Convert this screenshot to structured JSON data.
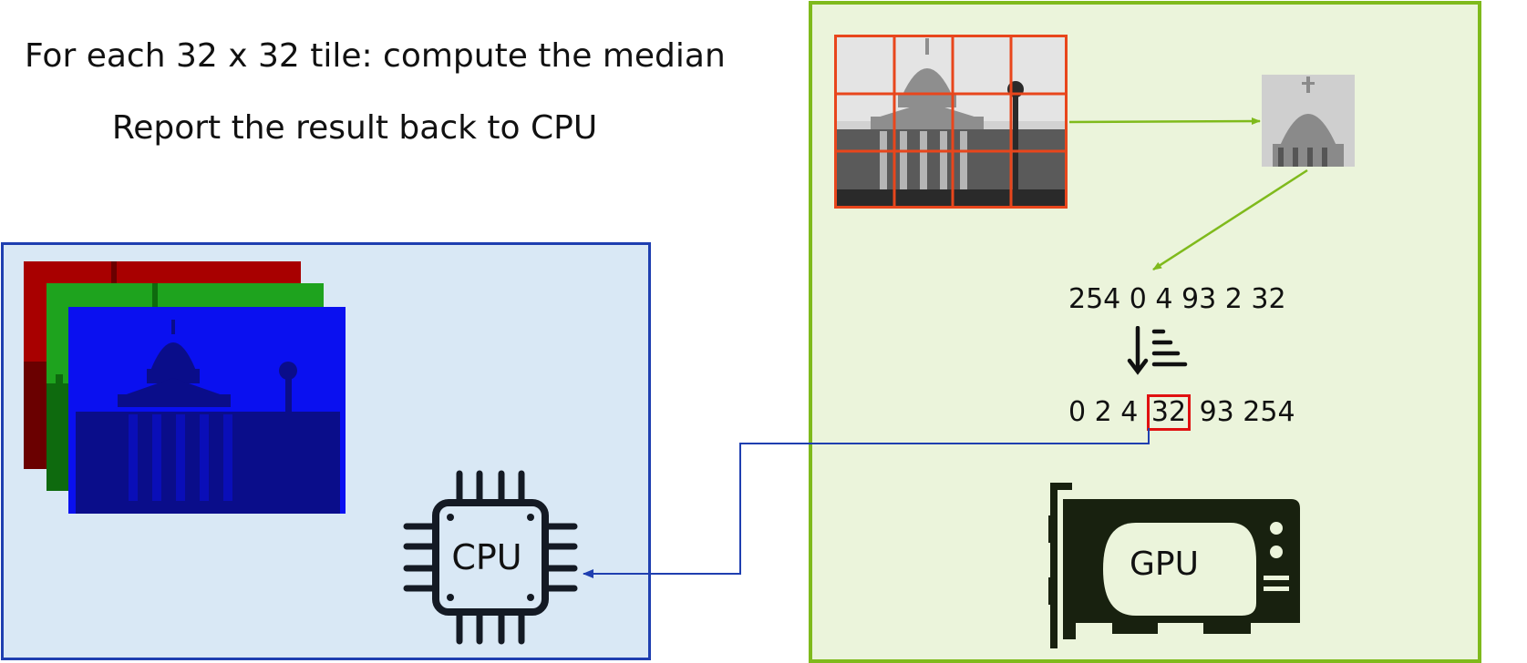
{
  "title": {
    "line1": "For each 32 x 32 tile: compute the median",
    "line2": "Report the result back to CPU"
  },
  "cpu": {
    "label": "CPU"
  },
  "gpu": {
    "label": "GPU"
  },
  "values": {
    "unsorted": "254 0 4 93 2 32",
    "sorted_before": "0 2 4 ",
    "median": "32",
    "sorted_after": " 93 254"
  },
  "colors": {
    "cpu_panel_fill": "#d9e8f5",
    "cpu_panel_border": "#1f3fb0",
    "gpu_panel_fill": "#ebf4db",
    "gpu_panel_border": "#7fba1c",
    "tile_grid": "#e8461c",
    "median_highlight": "#e01010",
    "channel_red": "#a80000",
    "channel_green": "#1ea31e",
    "channel_blue": "#0a10f0"
  },
  "icons": [
    "cpu-chip-icon",
    "gpu-card-icon",
    "sort-descending-icon"
  ]
}
